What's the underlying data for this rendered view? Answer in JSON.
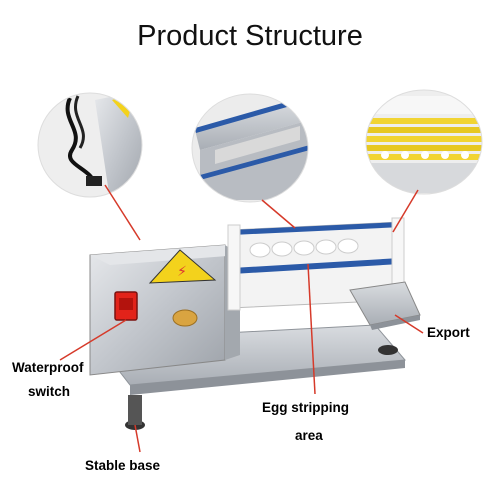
{
  "title": "Product Structure",
  "warning_symbol": "⚡",
  "labels": {
    "waterproof_line1": "Waterproof",
    "waterproof_line2": "switch",
    "export": "Export",
    "egg_area_line1": "Egg stripping",
    "egg_area_line2": "area",
    "stable_base": "Stable base"
  },
  "colors": {
    "leader_line": "#d63a2a",
    "steel": "#c9ccd1",
    "switch": "#e2231a",
    "warning": "#f3d21c",
    "blue_edge": "#2b5aa8",
    "roller_yellow": "#f1d433"
  }
}
